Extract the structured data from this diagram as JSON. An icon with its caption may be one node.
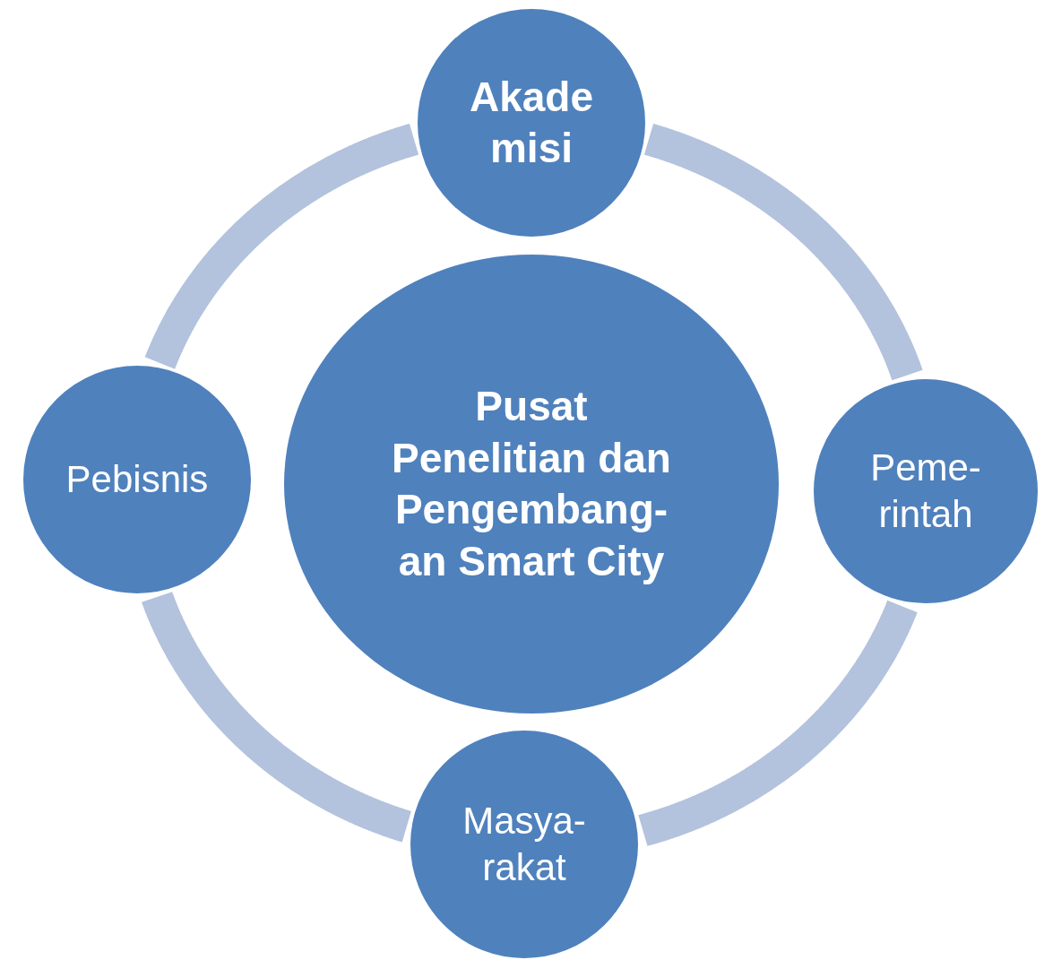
{
  "diagram": {
    "nodes": [
      {
        "text": [
          "Akade misi"
        ]
      },
      {
        "text": [
          "Pusat Penelitian dan Pengembang- an Smart City"
        ]
      },
      {
        "text": [
          "Pebisnis"
        ]
      },
      {
        "text": [
          "Peme- rintah"
        ]
      },
      {
        "text": [
          "Masya- rakat"
        ]
      }
    ],
    "edges": [
      {
        "from": 0,
        "to": 3,
        "arrow": "none"
      },
      {
        "from": 3,
        "to": 4,
        "arrow": "none"
      },
      {
        "from": 4,
        "to": 2,
        "arrow": "none"
      },
      {
        "from": 2,
        "to": 0,
        "arrow": "none"
      }
    ]
  }
}
